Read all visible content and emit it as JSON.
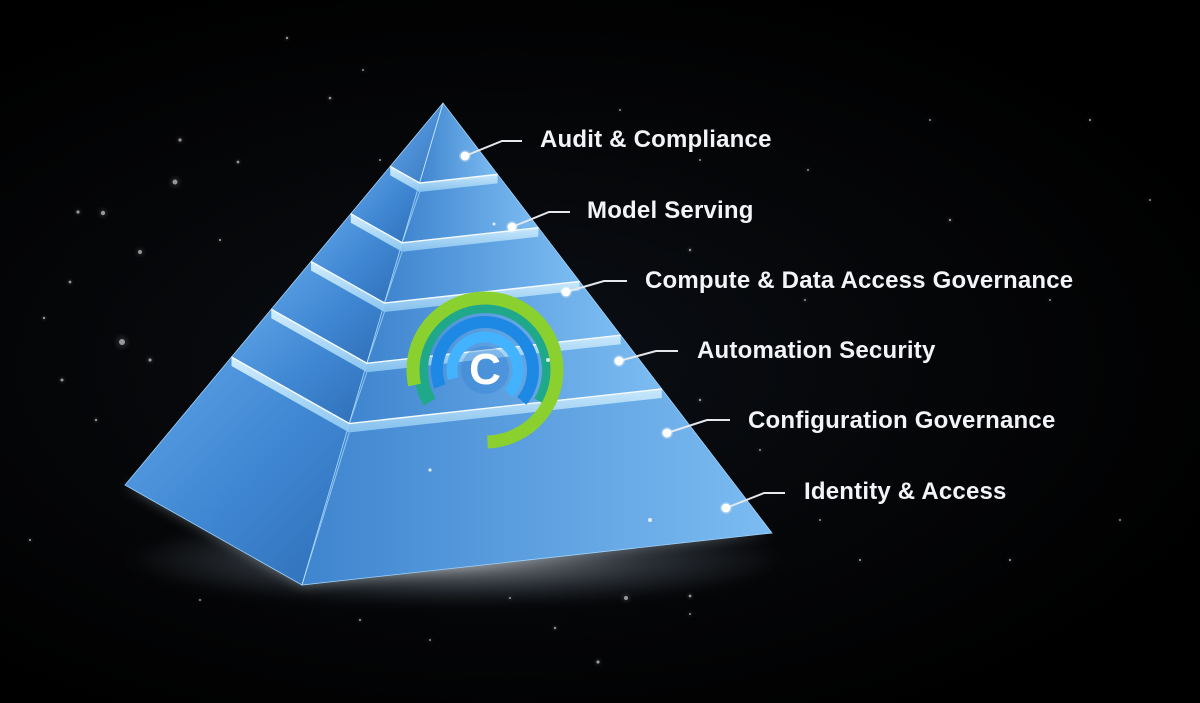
{
  "diagram": {
    "layers": [
      {
        "label": "Audit & Compliance"
      },
      {
        "label": "Model Serving"
      },
      {
        "label": "Compute & Data Access Governance"
      },
      {
        "label": "Automation Security"
      },
      {
        "label": "Configuration Governance"
      },
      {
        "label": "Identity & Access"
      }
    ],
    "logo": {
      "letter": "C"
    }
  },
  "colors": {
    "background": "#000000",
    "pyramid_face": "#4a90d9",
    "pyramid_edge": "#bfe6ff",
    "logo_teal": "#1fa98a",
    "logo_blue": "#1e88e5",
    "logo_green": "#8ad12f",
    "label_text": "#f2f4f7"
  }
}
